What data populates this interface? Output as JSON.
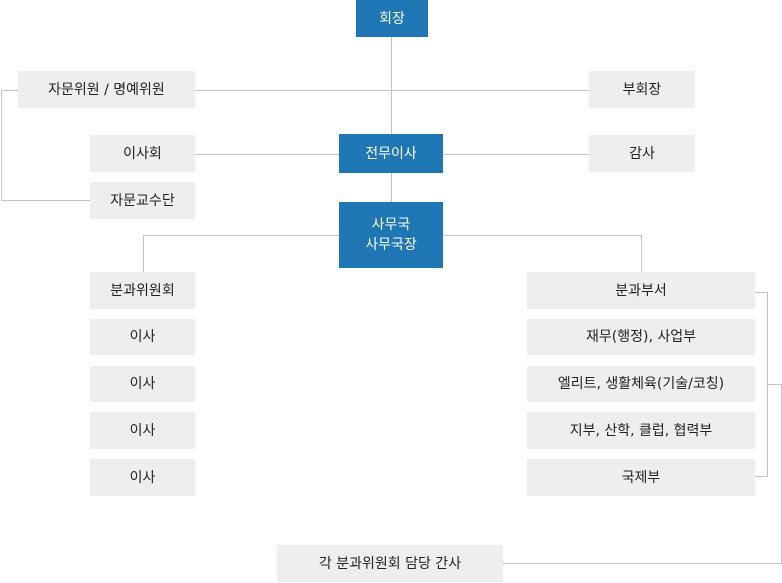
{
  "colors": {
    "primary": "#1f76b4",
    "box": "#eeeeee",
    "line": "#c4c4c4"
  },
  "chairman": "회장",
  "advisory": "자문위원 / 명예위원",
  "vice_chairman": "부회장",
  "board": "이사회",
  "executive_director": "전무이사",
  "auditor": "감사",
  "advisory_professors": "자문교수단",
  "secretariat": {
    "line1": "사무국",
    "line2": "사무국장"
  },
  "left_column": [
    "분과위원회",
    "이사",
    "이사",
    "이사",
    "이사"
  ],
  "right_column": [
    "분과부서",
    "재무(행정), 사업부",
    "엘리트, 생활체육(기술/코칭)",
    "지부, 산학, 클럽, 협력부",
    "국제부"
  ],
  "bottom": "각 분과위원회 담당 간사"
}
